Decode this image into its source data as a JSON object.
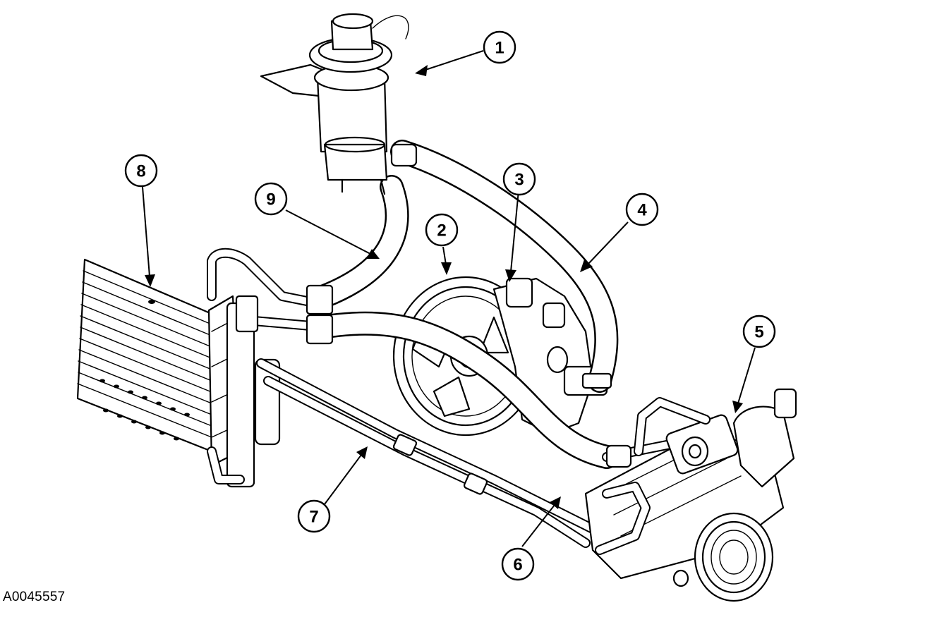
{
  "figure_id": "A0045557",
  "callouts": [
    {
      "number": "1"
    },
    {
      "number": "2"
    },
    {
      "number": "3"
    },
    {
      "number": "4"
    },
    {
      "number": "5"
    },
    {
      "number": "6"
    },
    {
      "number": "7"
    },
    {
      "number": "8"
    },
    {
      "number": "9"
    }
  ]
}
